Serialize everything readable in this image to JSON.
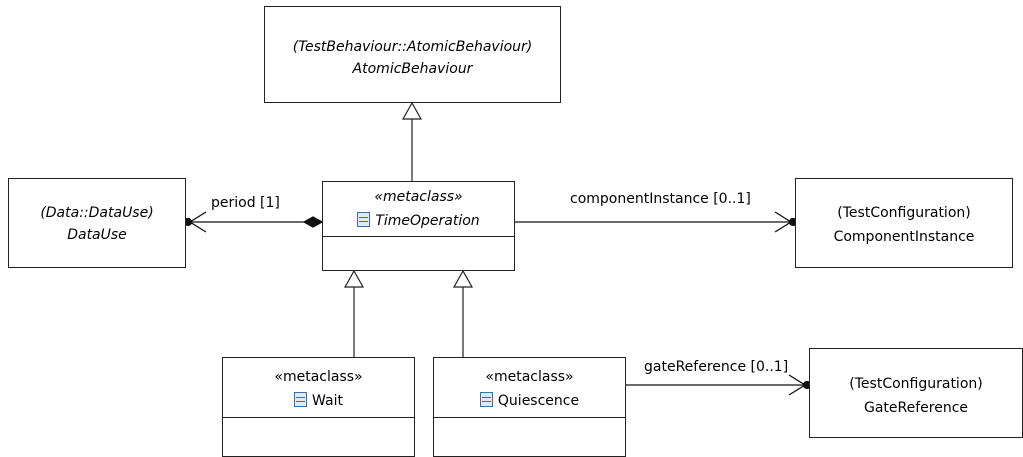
{
  "classes": {
    "atomic_behaviour": {
      "qualifier": "(TestBehaviour::AtomicBehaviour)",
      "name": "AtomicBehaviour"
    },
    "data_use": {
      "qualifier": "(Data::DataUse)",
      "name": "DataUse"
    },
    "time_operation": {
      "stereotype": "«metaclass»",
      "name": "TimeOperation",
      "icon": "class-icon"
    },
    "component_instance": {
      "qualifier": "(TestConfiguration)",
      "name": "ComponentInstance"
    },
    "wait": {
      "stereotype": "«metaclass»",
      "name": "Wait",
      "icon": "class-icon"
    },
    "quiescence": {
      "stereotype": "«metaclass»",
      "name": "Quiescence",
      "icon": "class-icon"
    },
    "gate_reference": {
      "qualifier": "(TestConfiguration)",
      "name": "GateReference"
    }
  },
  "associations": {
    "period": "period [1]",
    "component_instance": "componentInstance [0..1]",
    "gate_reference": "gateReference [0..1]"
  }
}
